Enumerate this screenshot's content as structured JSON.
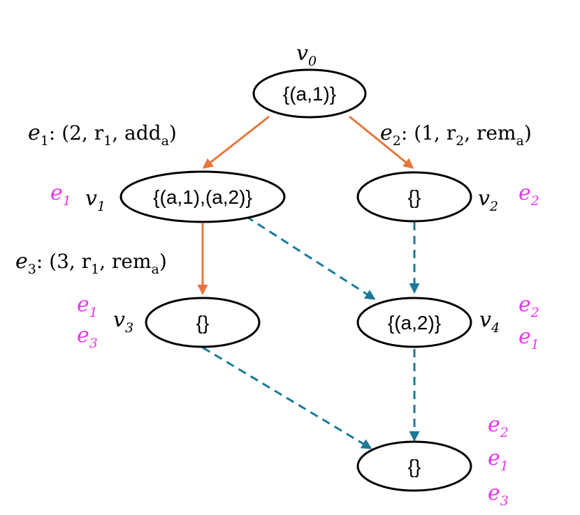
{
  "colors": {
    "orange": "#e8743b",
    "blue": "#1a7a9a",
    "magenta": "#ee33ee",
    "black": "#000000"
  },
  "nodes": {
    "v0": {
      "label": "{(a,1)}",
      "var": "v",
      "sub": "0"
    },
    "v1": {
      "label": "{(a,1),(a,2)}",
      "var": "v",
      "sub": "1"
    },
    "v2": {
      "label": "{}",
      "var": "v",
      "sub": "2"
    },
    "v3": {
      "label": "{}",
      "var": "v",
      "sub": "3"
    },
    "v4": {
      "label": "{(a,2)}",
      "var": "v",
      "sub": "4"
    },
    "v5": {
      "label": "{}"
    }
  },
  "edges": {
    "e1": {
      "name": "e",
      "name_sub": "1",
      "colon": ": (2, ",
      "r": "r",
      "r_sub": "1",
      "sep": ", ",
      "op": "add",
      "op_sub": "a",
      "close": ")"
    },
    "e2": {
      "name": "e",
      "name_sub": "2",
      "colon": ": (1, ",
      "r": "r",
      "r_sub": "2",
      "sep": ", ",
      "op": "rem",
      "op_sub": "a",
      "close": ")"
    },
    "e3": {
      "name": "e",
      "name_sub": "3",
      "colon": ": (3, ",
      "r": "r",
      "r_sub": "1",
      "sep": ", ",
      "op": "rem",
      "op_sub": "a",
      "close": ")"
    }
  },
  "marks": {
    "v1": [
      {
        "e": "e",
        "sub": "1"
      }
    ],
    "v2": [
      {
        "e": "e",
        "sub": "2"
      }
    ],
    "v3": [
      {
        "e": "e",
        "sub": "1"
      },
      {
        "e": "e",
        "sub": "3"
      }
    ],
    "v4": [
      {
        "e": "e",
        "sub": "2"
      },
      {
        "e": "e",
        "sub": "1"
      }
    ],
    "v5": [
      {
        "e": "e",
        "sub": "2"
      },
      {
        "e": "e",
        "sub": "1"
      },
      {
        "e": "e",
        "sub": "3"
      }
    ]
  }
}
